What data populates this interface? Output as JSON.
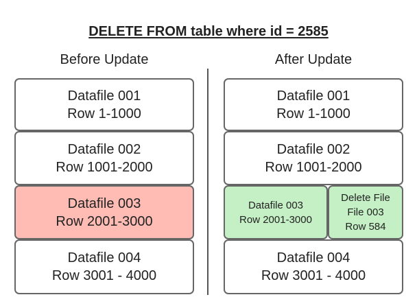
{
  "title": "DELETE FROM table where id = 2585",
  "before": {
    "heading": "Before Update",
    "files": [
      {
        "name": "Datafile 001",
        "rows": "Row 1-1000"
      },
      {
        "name": "Datafile 002",
        "rows": "Row 1001-2000"
      },
      {
        "name": "Datafile 003",
        "rows": "Row 2001-3000"
      },
      {
        "name": "Datafile 004",
        "rows": "Row 3001 - 4000"
      }
    ]
  },
  "after": {
    "heading": "After Update",
    "files": [
      {
        "name": "Datafile 001",
        "rows": "Row 1-1000"
      },
      {
        "name": "Datafile 002",
        "rows": "Row 1001-2000"
      },
      {
        "name": "Datafile 003",
        "rows": "Row 2001-3000"
      },
      {
        "name": "Datafile 004",
        "rows": "Row 3001 - 4000"
      }
    ],
    "delete_file": {
      "line1": "Delete File",
      "line2": "File 003",
      "line3": "Row 584"
    }
  },
  "colors": {
    "deleted_source": "#ffbcb4",
    "new_files": "#c5f0c5",
    "border": "#666666"
  }
}
